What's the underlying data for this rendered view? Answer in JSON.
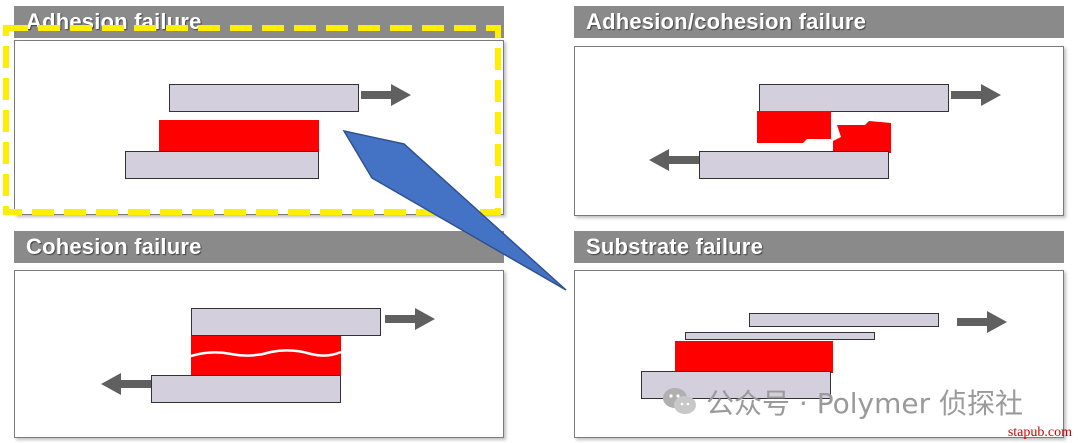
{
  "panels": {
    "adhesion": {
      "title": "Adhesion failure"
    },
    "adhesion_cohesion": {
      "title": "Adhesion/cohesion failure"
    },
    "cohesion": {
      "title": "Cohesion failure"
    },
    "substrate": {
      "title": "Substrate failure"
    }
  },
  "colors": {
    "header": "#8a8a8a",
    "plate": "#d4cfdc",
    "adhesive": "#ff0000",
    "arrow": "#606060",
    "highlight": "#ffee00",
    "callout": "#4472c4"
  },
  "watermark": {
    "text": "公众号 · Polymer 侦探社",
    "icon": "wechat-icon"
  },
  "site": {
    "text": "stapub.com"
  }
}
